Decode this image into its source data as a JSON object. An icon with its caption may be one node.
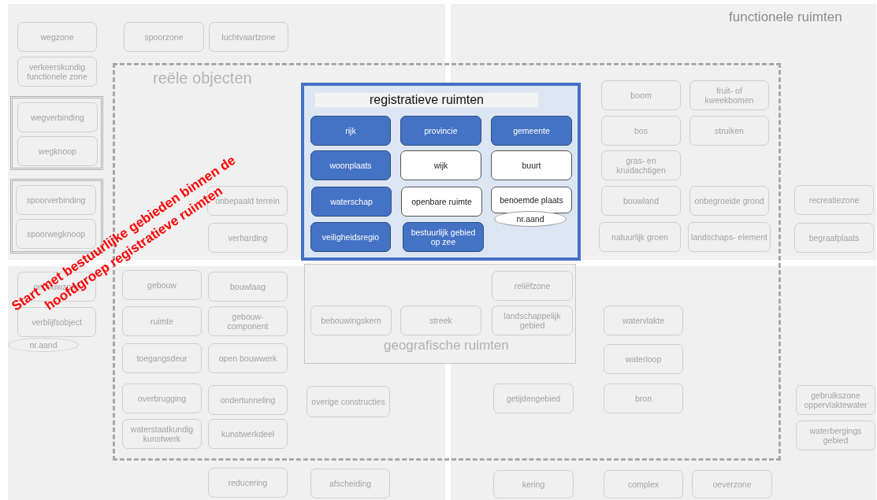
{
  "diagram": {
    "nodes": [
      {
        "text": [
          "wegzone"
        ]
      },
      {
        "text": [
          "spoorzone"
        ]
      },
      {
        "text": [
          "luchtvaartzone"
        ]
      },
      {
        "text": [
          "verkeerskundig functionele zone"
        ]
      },
      {
        "text": [
          "reële objecten"
        ]
      },
      {
        "text": [
          "registratieve ruimten"
        ],
        "in": 4
      },
      {
        "text": [
          "rijk"
        ],
        "in": 5
      },
      {
        "text": [
          "provincie"
        ],
        "in": 5
      },
      {
        "text": [
          "gemeente"
        ],
        "in": 5
      },
      {
        "text": [
          "woonplaats"
        ],
        "in": 5
      },
      {
        "text": [
          "wijk"
        ],
        "in": 5
      },
      {
        "text": [
          "buurt"
        ],
        "in": 5
      },
      {
        "text": [
          "waterschap"
        ],
        "in": 5
      },
      {
        "text": [
          "openbare ruimte"
        ],
        "in": 5
      },
      {
        "text": [
          "benoemde plaats"
        ],
        "in": 5
      },
      {
        "text": [
          "nr.aand"
        ],
        "in": 5
      },
      {
        "text": [
          "veiligheidsregio"
        ],
        "in": 5
      },
      {
        "text": [
          "bestuurlijk gebied op zee"
        ],
        "in": 5
      },
      {
        "text": [
          "boom"
        ],
        "in": 4
      },
      {
        "text": [
          "fruit- of kweekbomen"
        ],
        "in": 4
      },
      {
        "text": [
          "wegverbinding"
        ]
      },
      {
        "text": [
          "bos"
        ],
        "in": 4
      },
      {
        "text": [
          "struiken"
        ],
        "in": 4
      },
      {
        "text": [
          "wegknoop"
        ]
      },
      {
        "text": [
          "gras- en kruidachtigen"
        ],
        "in": 4
      },
      {
        "text": [
          "spoorverbinding"
        ]
      },
      {
        "text": [
          "onbepaald terrein"
        ],
        "in": 4
      },
      {
        "text": [
          "bouwland"
        ],
        "in": 4
      },
      {
        "text": [
          "onbegroeide grond"
        ],
        "in": 4
      },
      {
        "text": [
          "recreatiezone"
        ]
      },
      {
        "text": [
          "spoorwegknoop"
        ]
      },
      {
        "text": [
          "verharding"
        ],
        "in": 4
      },
      {
        "text": [
          "natuurlijk groen"
        ],
        "in": 4
      },
      {
        "text": [
          "landschaps- element"
        ],
        "in": 4
      },
      {
        "text": [
          "begraafplaats"
        ]
      },
      {
        "text": [
          "geografische ruimten"
        ],
        "in": 4
      },
      {
        "text": [
          "gebouwzone"
        ]
      },
      {
        "text": [
          "gebouw"
        ],
        "in": 4
      },
      {
        "text": [
          "bouwlaag"
        ],
        "in": 4
      },
      {
        "text": [
          "reliëfzone"
        ],
        "in": 35
      },
      {
        "text": [
          "verblijfsobject"
        ]
      },
      {
        "text": [
          "ruimte"
        ],
        "in": 4
      },
      {
        "text": [
          "gebouw- component"
        ],
        "in": 4
      },
      {
        "text": [
          "bebouwingskern"
        ],
        "in": 35
      },
      {
        "text": [
          "streek"
        ],
        "in": 35
      },
      {
        "text": [
          "landschappelijk gebied"
        ],
        "in": 35
      },
      {
        "text": [
          "watervlakte"
        ],
        "in": 4
      },
      {
        "text": [
          "nr.aand"
        ]
      },
      {
        "text": [
          "toegangsdeur"
        ],
        "in": 4
      },
      {
        "text": [
          "open bouwwerk"
        ],
        "in": 4
      },
      {
        "text": [
          "waterloop"
        ],
        "in": 4
      },
      {
        "text": [
          "overbrugging"
        ],
        "in": 4
      },
      {
        "text": [
          "ondertunneling"
        ],
        "in": 4
      },
      {
        "text": [
          "overige constructies"
        ],
        "in": 4
      },
      {
        "text": [
          "getijdengebied"
        ],
        "in": 4
      },
      {
        "text": [
          "bron"
        ],
        "in": 4
      },
      {
        "text": [
          "gebruikszone oppervlaktewater"
        ]
      },
      {
        "text": [
          "waterstaatkundig kunstwerk"
        ],
        "in": 4
      },
      {
        "text": [
          "kunstwerkdeel"
        ],
        "in": 4
      },
      {
        "text": [
          "waterbergings gebied"
        ]
      },
      {
        "text": [
          "reducering"
        ]
      },
      {
        "text": [
          "afscheiding"
        ]
      },
      {
        "text": [
          "kering"
        ]
      },
      {
        "text": [
          "complex"
        ]
      },
      {
        "text": [
          "oeverzone"
        ]
      }
    ],
    "labels": [
      "functionele ruimten",
      "Start met bestuurlijke gebieden binnen de hoofdgroep registratieve ruimten"
    ]
  }
}
